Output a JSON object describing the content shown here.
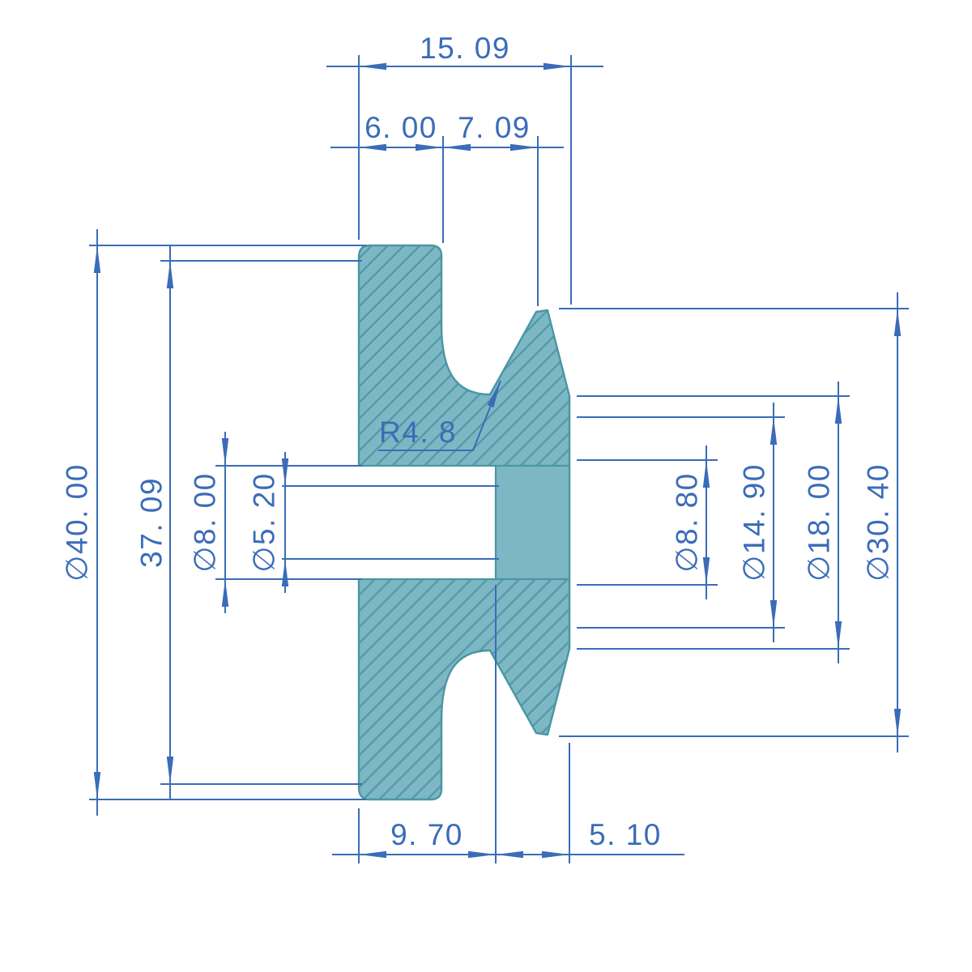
{
  "drawing": {
    "type": "engineering-section-drawing",
    "subject": "pulley-wheel-cross-section",
    "colors": {
      "part_fill": "#7db7c3",
      "hatch_line": "#4f98a6",
      "part_outline": "#4a96a4",
      "dimension": "#3a6cb8",
      "background": "#ffffff"
    },
    "dims": {
      "overall_width": "15. 09",
      "flange_width": "6. 00",
      "groove_width": "7. 09",
      "outer_dia": "∅40. 00",
      "face_dia": "37. 09",
      "bore_dia": "∅8. 00",
      "small_bore_dia": "∅5. 20",
      "groove_radius": "R4. 8",
      "counterbore_dia": "∅8. 80",
      "boss_dia": "∅14. 90",
      "hub_dia": "∅18. 00",
      "right_flange_dia": "∅30. 40",
      "bore_depth": "9. 70",
      "step_width": "5. 10"
    }
  }
}
